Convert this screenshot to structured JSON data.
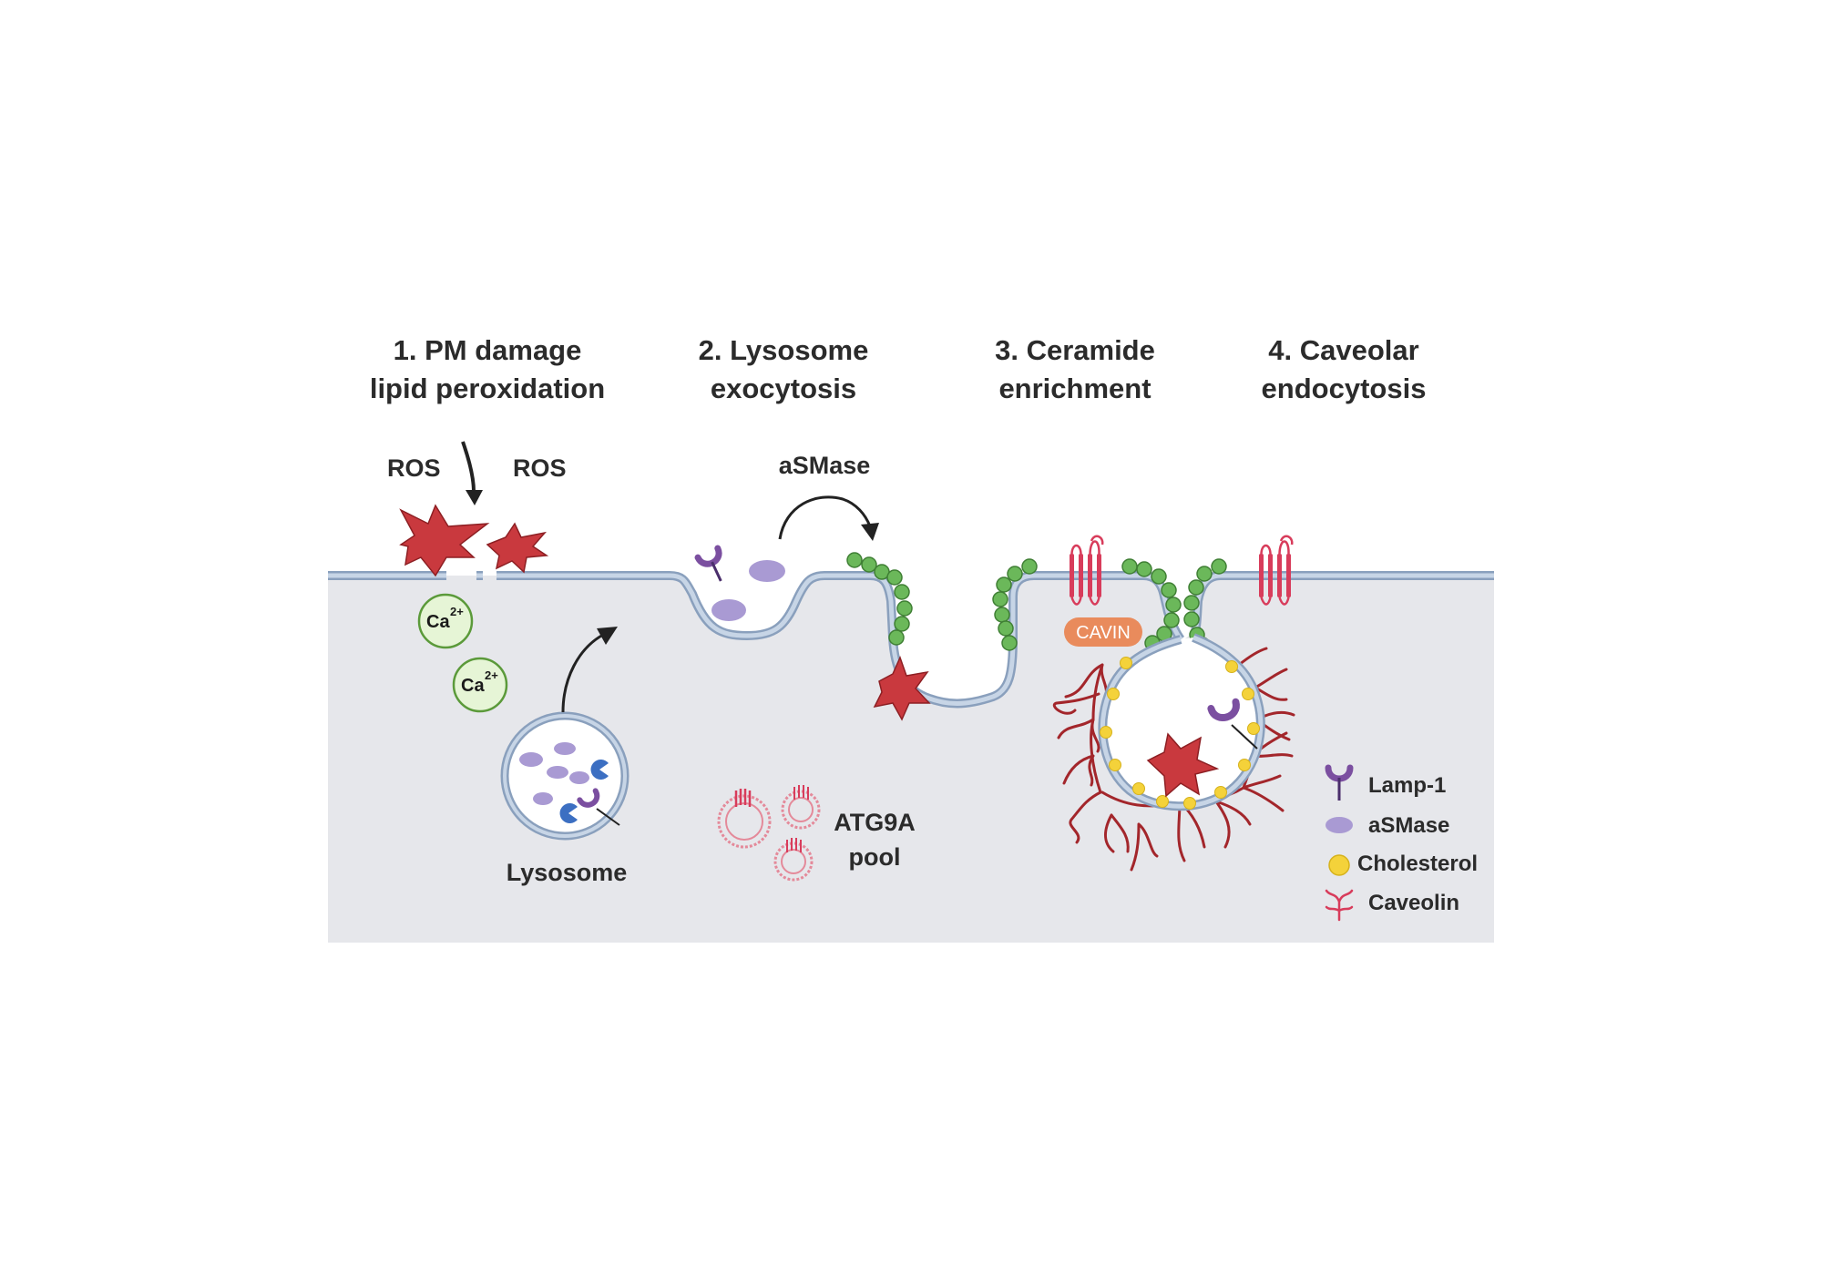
{
  "steps": [
    {
      "line1": "1.  PM damage",
      "line2": "lipid peroxidation"
    },
    {
      "line1": "2. Lysosome",
      "line2": "exocytosis"
    },
    {
      "line1": "3. Ceramide",
      "line2": "enrichment"
    },
    {
      "line1": "4. Caveolar",
      "line2": "endocytosis"
    }
  ],
  "labels": {
    "ros_left": "ROS",
    "ros_right": "ROS",
    "asmase": "aSMase",
    "lysosome": "Lysosome",
    "atg9a_line1": "ATG9A",
    "atg9a_line2": "pool",
    "cavin": "CAVIN",
    "calcium": "Ca",
    "calcium_charge": "2+"
  },
  "legend": [
    {
      "icon": "lamp1-icon",
      "label": "Lamp-1"
    },
    {
      "icon": "asmase-icon",
      "label": "aSMase"
    },
    {
      "icon": "cholesterol-icon",
      "label": "Cholesterol"
    },
    {
      "icon": "caveolin-icon",
      "label": "Caveolin"
    }
  ],
  "colors": {
    "cytoplasm": "#e6e7eb",
    "membrane": "#a9bdd6",
    "membrane_outline": "#8aa0bd",
    "ros": "#c9393e",
    "ceramide": "#6bb85a",
    "asmase": "#a99ad3",
    "lamp1": "#7b4fa0",
    "protein_blue": "#3c6fc2",
    "cholesterol": "#f4d23a",
    "caveolin": "#a3262b",
    "transmembrane": "#d83c5b",
    "cavin": "#e98b5c",
    "calcium_fill": "#e6f5d6",
    "calcium_stroke": "#5b9a3a"
  }
}
